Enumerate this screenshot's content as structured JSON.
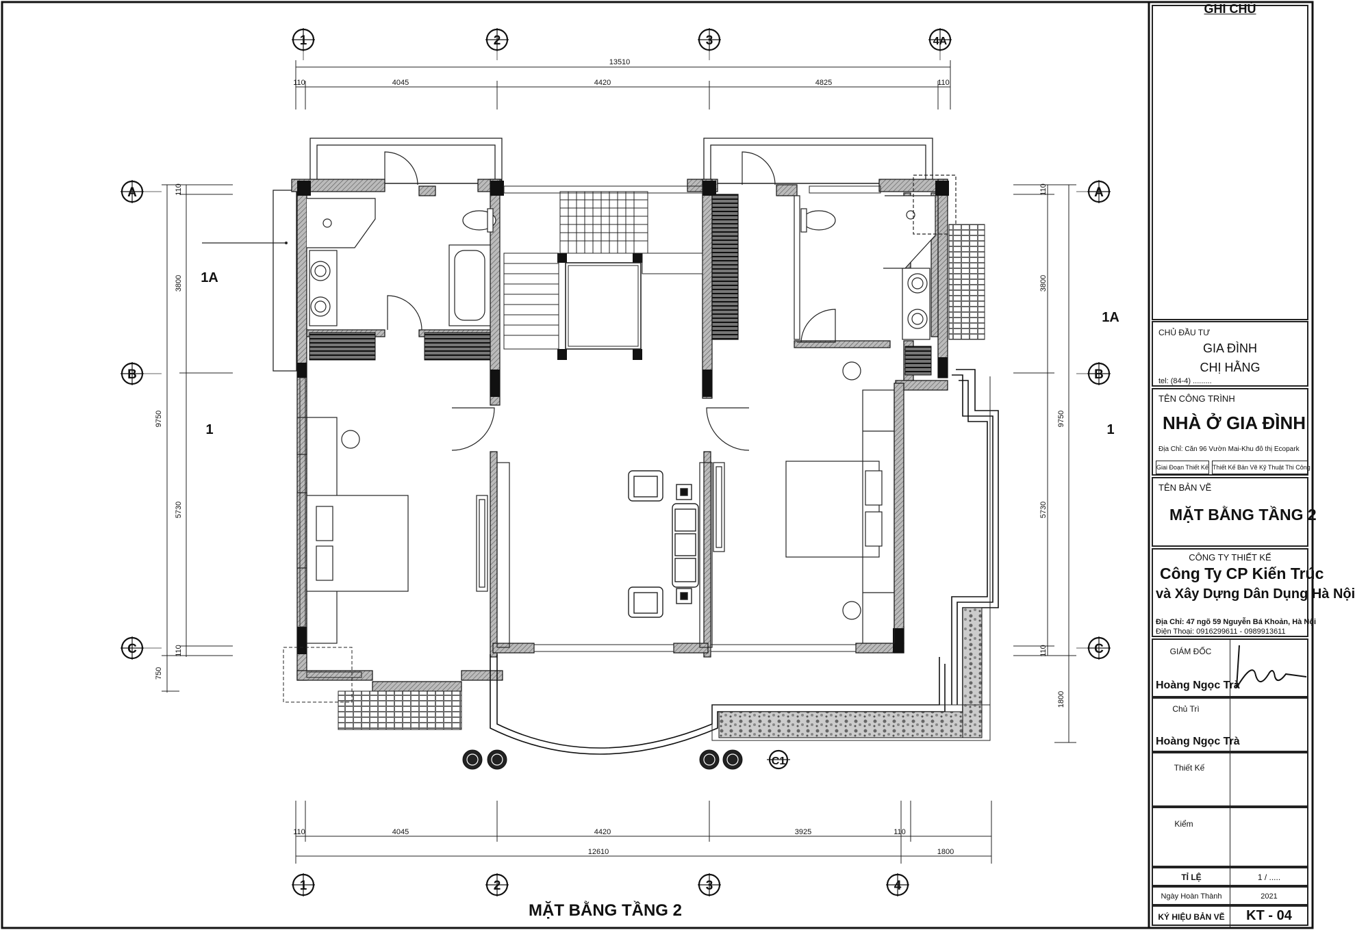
{
  "drawing_title": "MẶT BẰNG TẦNG 2",
  "grid_labels": {
    "columns_top": [
      "1",
      "2",
      "3",
      "4A"
    ],
    "columns_bottom": [
      "1",
      "2",
      "3",
      "4"
    ],
    "rows": [
      "A",
      "B",
      "C"
    ],
    "extra": "C1"
  },
  "dimensions": {
    "top_total": "13510",
    "top_parts": [
      "110",
      "4045",
      "4420",
      "4825",
      "110"
    ],
    "bottom_parts": [
      "110",
      "4045",
      "4420",
      "3925",
      "110"
    ],
    "bottom_total": "12610",
    "bottom_extra": "1800",
    "left_total": "9750",
    "left_parts": [
      "110",
      "3800",
      "5730",
      "110"
    ],
    "left_extra": "750",
    "right_total": "9750",
    "right_parts": [
      "110",
      "3800",
      "5730",
      "110"
    ],
    "right_extra": "1800"
  },
  "room_labels": {
    "left_top": "1A",
    "left_mid": "1",
    "right_top": "1A",
    "right_mid": "1"
  },
  "title_block": {
    "notes_label": "GHI CHÚ",
    "owner_caption": "CHỦ ĐẦU TƯ",
    "owner_line1": "GIA ĐÌNH",
    "owner_line2": "CHỊ HẰNG",
    "owner_tel": "tel: (84-4) .........",
    "project_caption": "TÊN CÔNG TRÌNH",
    "project_name": "NHÀ Ở GIA ĐÌNH",
    "project_address": "Địa Chỉ: Căn 96 Vườn Mai-Khu đô thị Ecopark",
    "phase_label": "Giai Đoạn Thiết Kế",
    "phase_value": "Thiết Kế Bản Vẽ Kỹ Thuật Thi Công",
    "sheet_caption": "TÊN BẢN VẼ",
    "sheet_name": "MẶT BẰNG TẦNG 2",
    "company_caption": "CÔNG TY THIẾT KẾ",
    "company_line1": "Công Ty CP Kiến Trúc",
    "company_line2": "và Xây Dựng Dân Dụng Hà Nội",
    "company_address": "Địa Chỉ: 47 ngõ 59 Nguyễn Bá Khoản, Hà Nội",
    "company_phone": "Điện Thoại: 0916299611 - 0989913611",
    "director_caption": "GIÁM ĐỐC",
    "director_name": "Hoàng Ngọc Trà",
    "lead_caption": "Chủ Trì",
    "lead_name": "Hoàng Ngọc Trà",
    "design_caption": "Thiết Kế",
    "check_caption": "Kiểm",
    "scale_caption": "TỈ LỆ",
    "scale_value": "1 / .....",
    "date_caption": "Ngày Hoàn Thành",
    "date_value": "2021",
    "code_caption": "KÝ HIỆU BẢN VẼ",
    "code_value": "KT - 04"
  }
}
